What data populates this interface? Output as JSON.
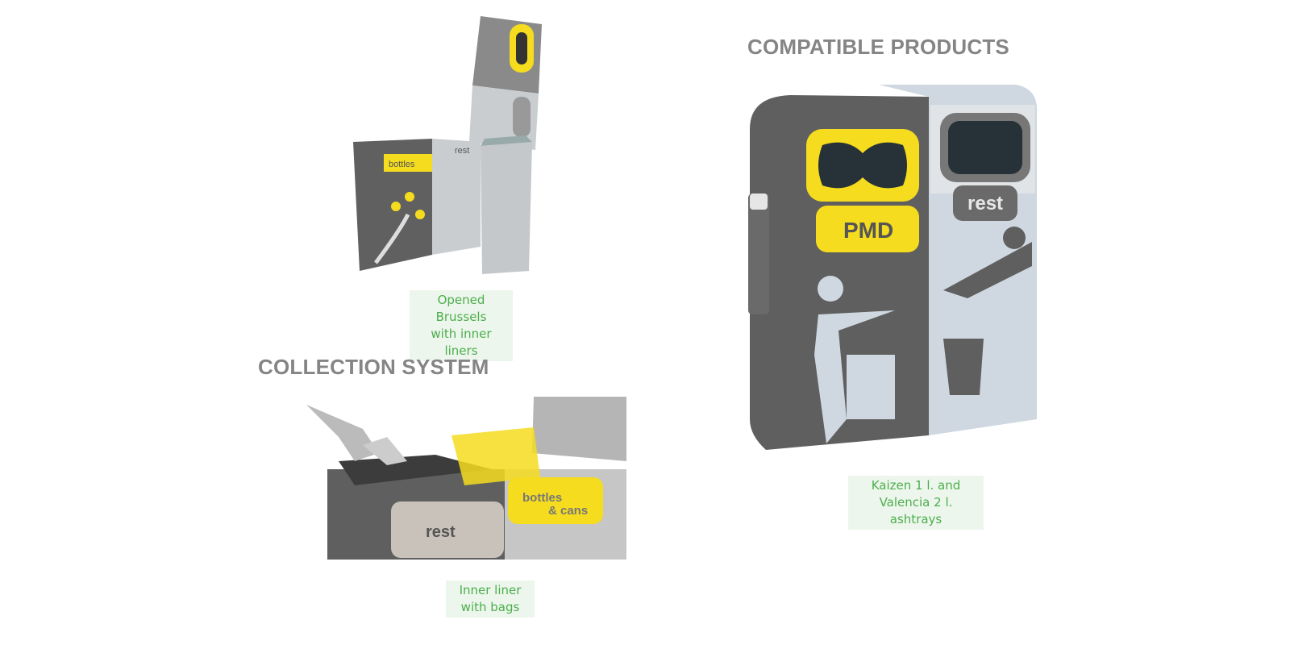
{
  "headings": {
    "compatible": "COMPATIBLE PRODUCTS",
    "collection": "COLLECTION SYSTEM"
  },
  "captions": {
    "opened": [
      "Opened Brussels",
      "with inner liners"
    ],
    "ashtrays": [
      "Kaizen 1 l. and",
      "Valencia 2 l. ashtrays"
    ],
    "liner": [
      "Inner liner",
      "with bags"
    ]
  },
  "bin_labels": {
    "pmd": "PMD",
    "rest": "rest",
    "bottles": "bottles",
    "cans": "& cans"
  },
  "colors": {
    "heading": "#858585",
    "caption_text": "#4cae4c",
    "caption_bg": "#edf6ec",
    "bin_grey": "#5f5f5f",
    "bin_light": "#c9d3dc",
    "yellow": "#f5dc1e"
  }
}
